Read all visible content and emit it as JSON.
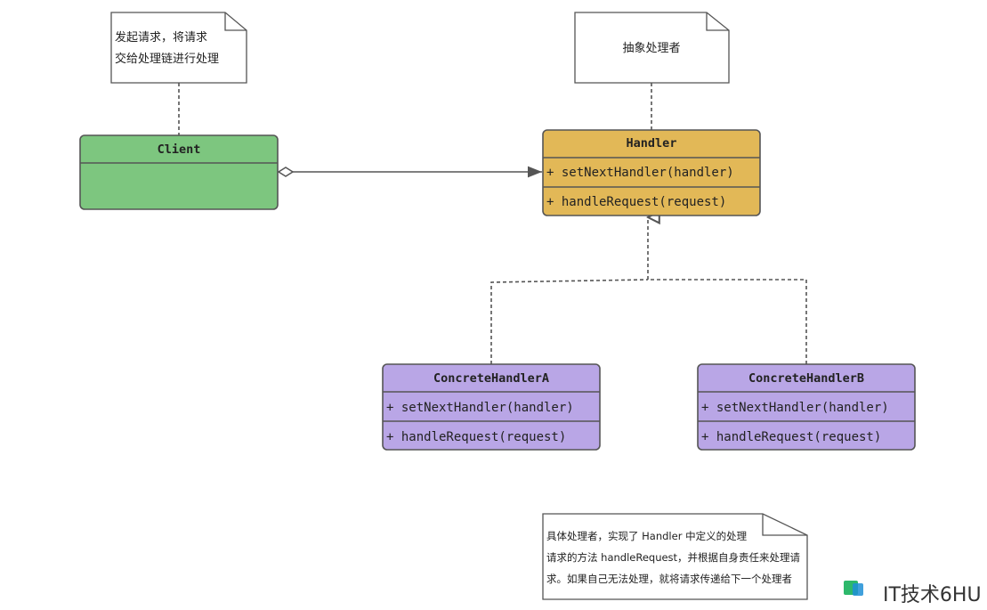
{
  "notes": {
    "client_note": [
      "发起请求，将请求",
      "交给处理链进行处理"
    ],
    "handler_note": [
      "抽象处理者"
    ],
    "concrete_note": [
      "具体处理者，实现了 Handler 中定义的处理",
      "请求的方法 handleRequest，并根据自身责任来处理请",
      "求。如果自己无法处理，就将请求传递给下一个处理者"
    ]
  },
  "classes": {
    "client": {
      "title": "Client",
      "members": []
    },
    "handler": {
      "title": "Handler",
      "members": [
        "+ setNextHandler(handler)",
        "+ handleRequest(request)"
      ]
    },
    "concrete_a": {
      "title": "ConcreteHandlerA",
      "members": [
        "+ setNextHandler(handler)",
        "+ handleRequest(request)"
      ]
    },
    "concrete_b": {
      "title": "ConcreteHandlerB",
      "members": [
        "+ setNextHandler(handler)",
        "+ handleRequest(request)"
      ]
    }
  },
  "colors": {
    "client": "#7dc67f",
    "handler": "#e2b857",
    "concrete": "#b9a6e6",
    "stroke": "#555555",
    "note_fill": "#ffffff"
  },
  "watermark": {
    "text": "IT技术6HU"
  }
}
